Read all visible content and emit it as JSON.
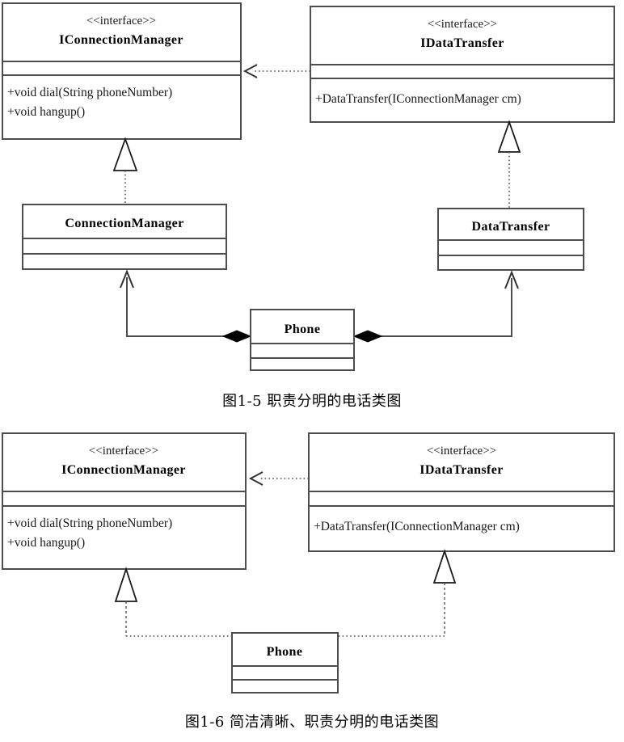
{
  "document": {
    "type": "uml-class-diagram-page",
    "figure_count": 2
  },
  "figures": [
    {
      "id": "figure-1-5",
      "caption": "图1-5 职责分明的电话类图",
      "classes": [
        {
          "key": "iconnectionmanager",
          "stereotype": "<<interface>>",
          "name": "IConnectionManager",
          "attributes": [],
          "operations": [
            "+void dial(String phoneNumber)",
            "+void hangup()"
          ]
        },
        {
          "key": "idatatransfer",
          "stereotype": "<<interface>>",
          "name": "IDataTransfer",
          "attributes": [],
          "operations": [
            "+DataTransfer(IConnectionManager cm)"
          ]
        },
        {
          "key": "connectionmanager",
          "stereotype": "",
          "name": "ConnectionManager",
          "attributes": [],
          "operations": []
        },
        {
          "key": "datatransfer",
          "stereotype": "",
          "name": "DataTransfer",
          "attributes": [],
          "operations": []
        },
        {
          "key": "phone",
          "stereotype": "",
          "name": "Phone",
          "attributes": [],
          "operations": []
        }
      ],
      "relationships": [
        {
          "kind": "dependency",
          "from": "IDataTransfer",
          "to": "IConnectionManager",
          "style": "dotted-open-arrow"
        },
        {
          "kind": "realization",
          "from": "ConnectionManager",
          "to": "IConnectionManager",
          "style": "dotted-hollow-triangle"
        },
        {
          "kind": "realization",
          "from": "DataTransfer",
          "to": "IDataTransfer",
          "style": "dotted-hollow-triangle"
        },
        {
          "kind": "composition",
          "from": "Phone",
          "to": "ConnectionManager",
          "style": "solid-filled-diamond"
        },
        {
          "kind": "composition",
          "from": "Phone",
          "to": "DataTransfer",
          "style": "solid-filled-diamond"
        }
      ]
    },
    {
      "id": "figure-1-6",
      "caption": "图1-6 简洁清晰、职责分明的电话类图",
      "classes": [
        {
          "key": "iconnectionmanager",
          "stereotype": "<<interface>>",
          "name": "IConnectionManager",
          "attributes": [],
          "operations": [
            "+void dial(String phoneNumber)",
            "+void hangup()"
          ]
        },
        {
          "key": "idatatransfer",
          "stereotype": "<<interface>>",
          "name": "IDataTransfer",
          "attributes": [],
          "operations": [
            "+DataTransfer(IConnectionManager cm)"
          ]
        },
        {
          "key": "phone",
          "stereotype": "",
          "name": "Phone",
          "attributes": [],
          "operations": []
        }
      ],
      "relationships": [
        {
          "kind": "dependency",
          "from": "IDataTransfer",
          "to": "IConnectionManager",
          "style": "dotted-open-arrow"
        },
        {
          "kind": "realization",
          "from": "Phone",
          "to": "IConnectionManager",
          "style": "dotted-hollow-triangle"
        },
        {
          "kind": "realization",
          "from": "Phone",
          "to": "IDataTransfer",
          "style": "dotted-hollow-triangle"
        }
      ]
    }
  ],
  "colors": {
    "box_fill": "#ffffff",
    "box_stroke": "#4d4d4d",
    "text": "#000000",
    "connector": "#4d4d4d",
    "diamond_fill": "#000000",
    "page_background": "#ffffff"
  }
}
